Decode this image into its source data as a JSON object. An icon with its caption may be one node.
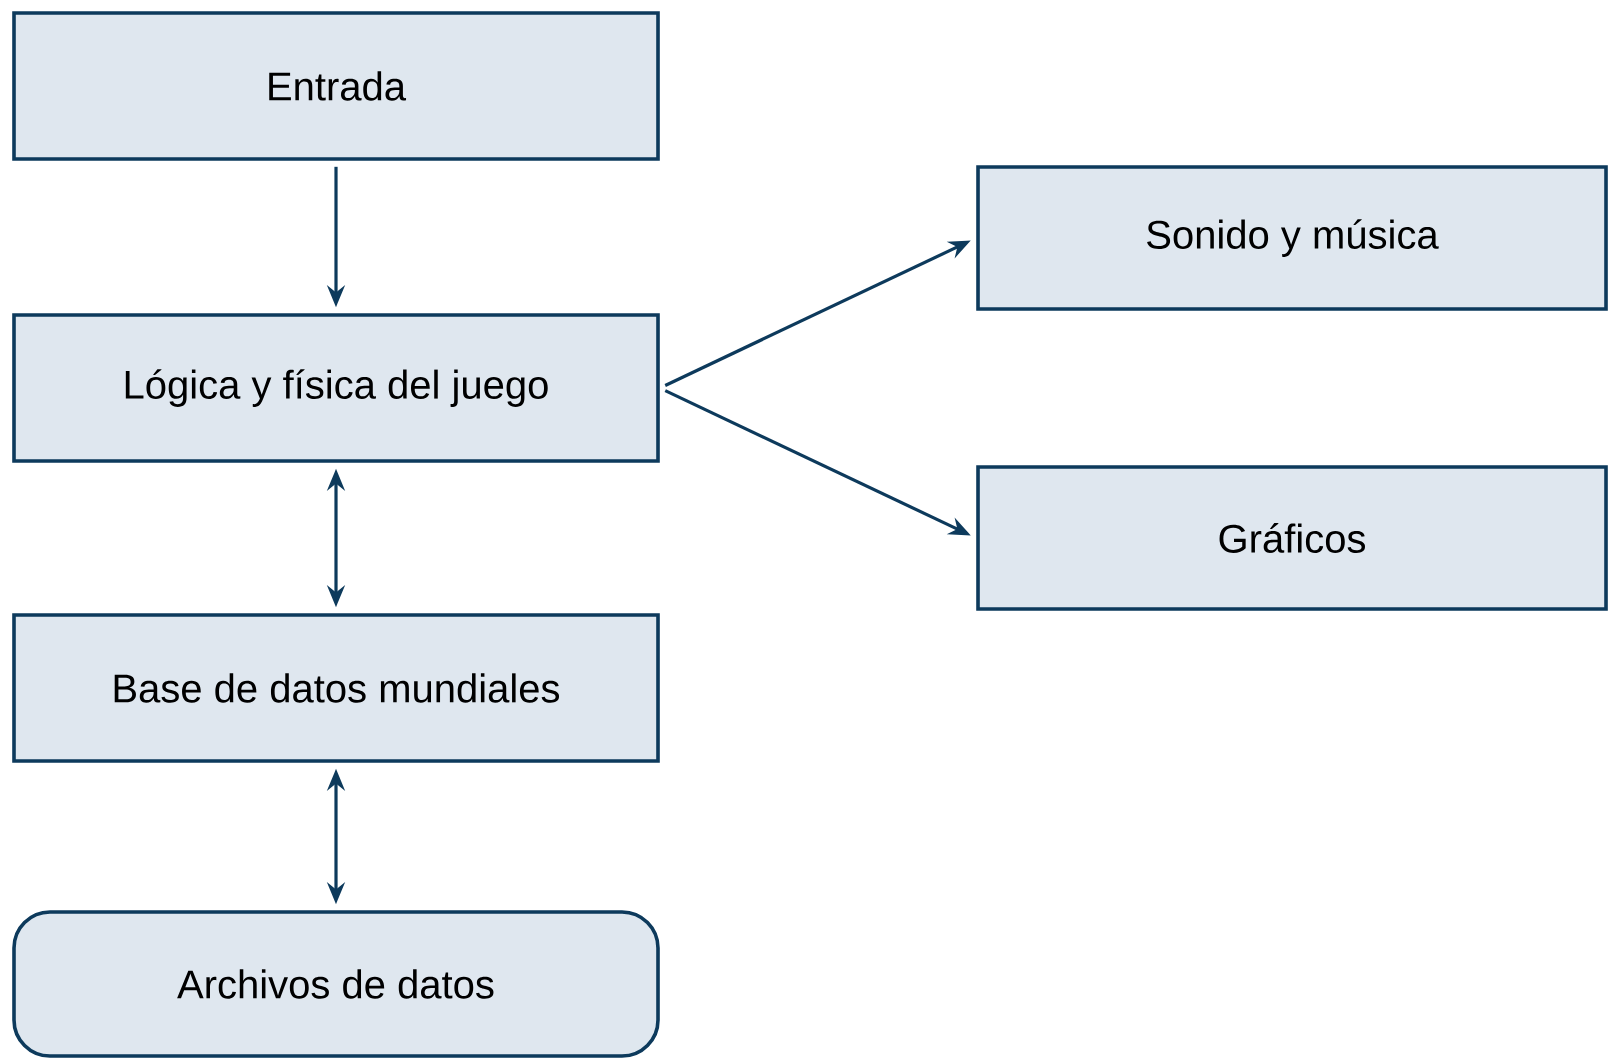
{
  "diagram": {
    "nodes": [
      {
        "text": [
          "Entrada"
        ]
      },
      {
        "text": [
          "Lógica y física del juego"
        ]
      },
      {
        "text": [
          "Base de datos mundiales"
        ]
      },
      {
        "text": [
          "Archivos de datos"
        ]
      },
      {
        "text": [
          "Sonido y música"
        ]
      },
      {
        "text": [
          "Gráficos"
        ]
      }
    ],
    "edges": [
      {
        "from": 0,
        "to": 1,
        "arrow": "to"
      },
      {
        "from": 1,
        "to": 2,
        "arrow": "both"
      },
      {
        "from": 2,
        "to": 3,
        "arrow": "both"
      },
      {
        "from": 1,
        "to": 4,
        "arrow": "to"
      },
      {
        "from": 1,
        "to": 5,
        "arrow": "to"
      }
    ]
  }
}
